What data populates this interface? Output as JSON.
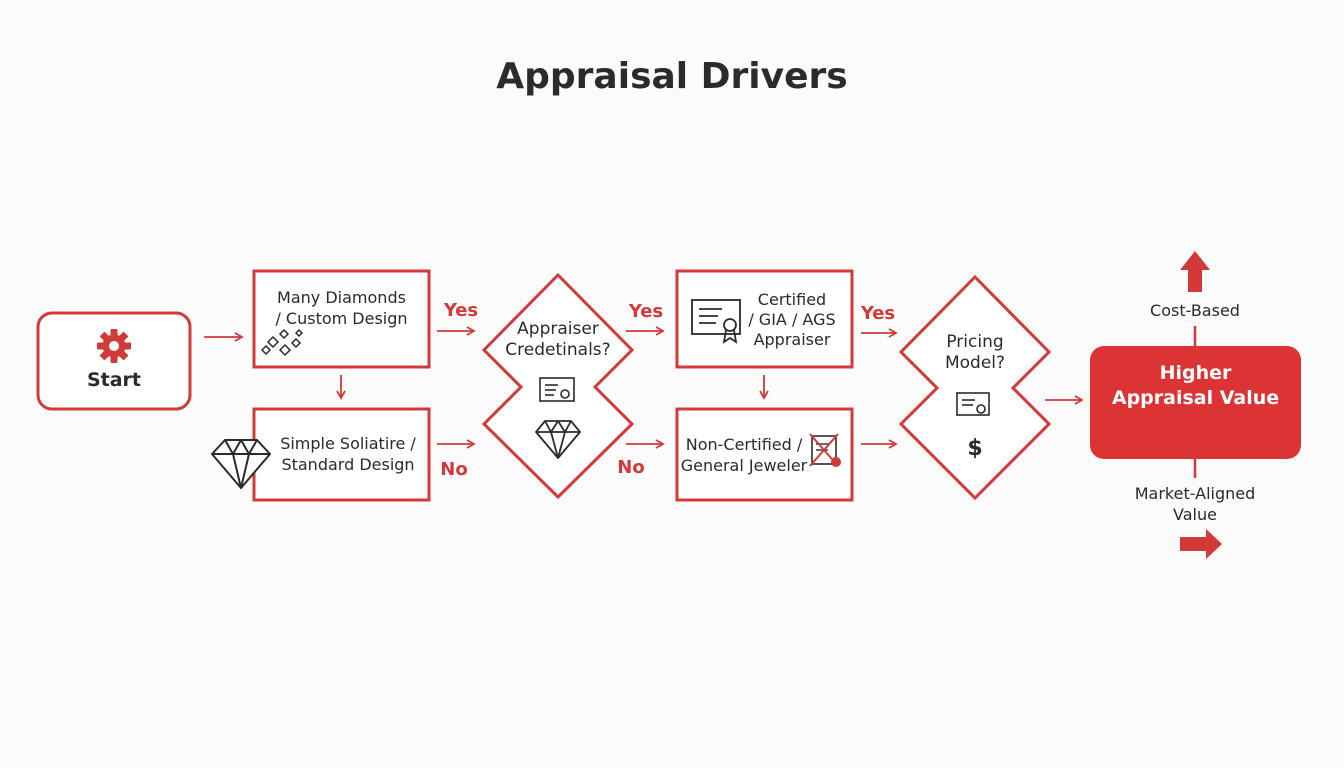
{
  "title": "Appraisal Drivers",
  "nodes": {
    "start": "Start",
    "many_diamonds": "Many Diamonds\n/ Custom Design",
    "simple_solitaire": "Simple Soliatire /\nStandard Design",
    "appraiser_credentials": "Appraiser\nCredetinals?",
    "certified": "Certified\n/ GIA / AGS\nAppraiser",
    "non_certified": "Non-Certified /\nGeneral Jeweler",
    "pricing_model": "Pricing\nModel?",
    "dollar_symbol": "$",
    "higher_value": "Higher\nAppraisal Value"
  },
  "edges": {
    "yes_1": "Yes",
    "no_1": "No",
    "yes_2": "Yes",
    "no_2": "No",
    "yes_3": "Yes"
  },
  "outcomes": {
    "cost_based": "Cost-Based",
    "market_aligned": "Market-Aligned\nValue"
  },
  "colors": {
    "accent": "#d23a3a",
    "accent_fill": "#dc3434",
    "text": "#2a2a2a",
    "background": "#fbfbfb"
  },
  "icons": [
    "gear-icon",
    "small-diamonds-icon",
    "diamond-icon",
    "certificate-icon",
    "dollar-icon",
    "arrow-up-icon",
    "arrow-right-icon"
  ]
}
